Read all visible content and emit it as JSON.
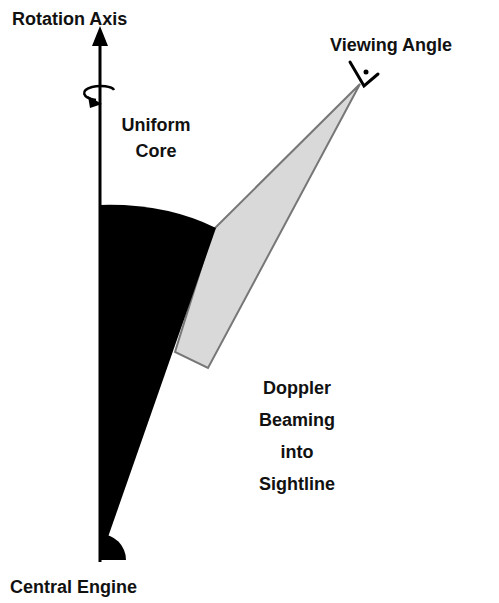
{
  "diagram": {
    "labels": [
      "Rotation Axis",
      "Viewing Angle",
      "Uniform Core",
      "Doppler Beaming into Sightline",
      "Central Engine"
    ]
  }
}
